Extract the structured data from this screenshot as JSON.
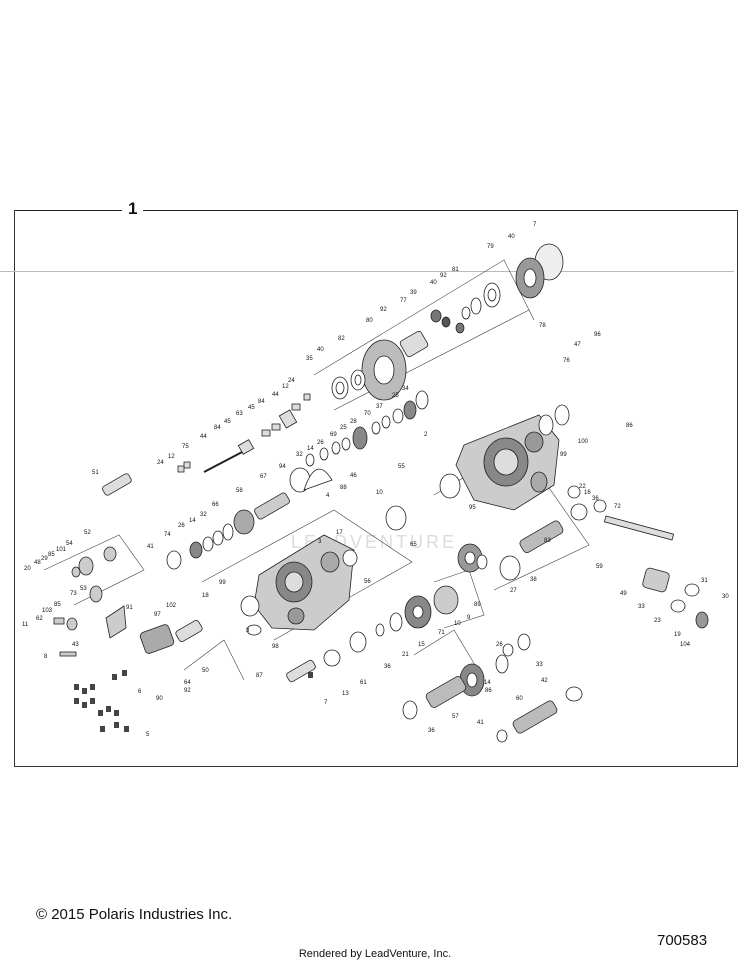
{
  "assembly_number": "1",
  "watermark": "LEADVENTURE",
  "callouts": [
    {
      "label": "7"
    },
    {
      "label": "40"
    },
    {
      "label": "79"
    },
    {
      "label": "81"
    },
    {
      "label": "92"
    },
    {
      "label": "40"
    },
    {
      "label": "39"
    },
    {
      "label": "77"
    },
    {
      "label": "80"
    },
    {
      "label": "92"
    },
    {
      "label": "78"
    },
    {
      "label": "82"
    },
    {
      "label": "40"
    },
    {
      "label": "35"
    },
    {
      "label": "96"
    },
    {
      "label": "47"
    },
    {
      "label": "76"
    },
    {
      "label": "24"
    },
    {
      "label": "12"
    },
    {
      "label": "44"
    },
    {
      "label": "84"
    },
    {
      "label": "45"
    },
    {
      "label": "63"
    },
    {
      "label": "45"
    },
    {
      "label": "84"
    },
    {
      "label": "44"
    },
    {
      "label": "75"
    },
    {
      "label": "12"
    },
    {
      "label": "24"
    },
    {
      "label": "34"
    },
    {
      "label": "25"
    },
    {
      "label": "37"
    },
    {
      "label": "70"
    },
    {
      "label": "28"
    },
    {
      "label": "25"
    },
    {
      "label": "69"
    },
    {
      "label": "26"
    },
    {
      "label": "14"
    },
    {
      "label": "32"
    },
    {
      "label": "2"
    },
    {
      "label": "86"
    },
    {
      "label": "99"
    },
    {
      "label": "100"
    },
    {
      "label": "51"
    },
    {
      "label": "94"
    },
    {
      "label": "67"
    },
    {
      "label": "58"
    },
    {
      "label": "55"
    },
    {
      "label": "46"
    },
    {
      "label": "88"
    },
    {
      "label": "4"
    },
    {
      "label": "10"
    },
    {
      "label": "95"
    },
    {
      "label": "66"
    },
    {
      "label": "32"
    },
    {
      "label": "14"
    },
    {
      "label": "26"
    },
    {
      "label": "74"
    },
    {
      "label": "41"
    },
    {
      "label": "65"
    },
    {
      "label": "17"
    },
    {
      "label": "3"
    },
    {
      "label": "56"
    },
    {
      "label": "22"
    },
    {
      "label": "16"
    },
    {
      "label": "36"
    },
    {
      "label": "72"
    },
    {
      "label": "83"
    },
    {
      "label": "38"
    },
    {
      "label": "59"
    },
    {
      "label": "31"
    },
    {
      "label": "30"
    },
    {
      "label": "49"
    },
    {
      "label": "33"
    },
    {
      "label": "23"
    },
    {
      "label": "19"
    },
    {
      "label": "104"
    },
    {
      "label": "52"
    },
    {
      "label": "54"
    },
    {
      "label": "101"
    },
    {
      "label": "29"
    },
    {
      "label": "85"
    },
    {
      "label": "48"
    },
    {
      "label": "20"
    },
    {
      "label": "53"
    },
    {
      "label": "73"
    },
    {
      "label": "85"
    },
    {
      "label": "91"
    },
    {
      "label": "103"
    },
    {
      "label": "62"
    },
    {
      "label": "11"
    },
    {
      "label": "43"
    },
    {
      "label": "8"
    },
    {
      "label": "99"
    },
    {
      "label": "18"
    },
    {
      "label": "102"
    },
    {
      "label": "97"
    },
    {
      "label": "98"
    },
    {
      "label": "3"
    },
    {
      "label": "50"
    },
    {
      "label": "64"
    },
    {
      "label": "92"
    },
    {
      "label": "87"
    },
    {
      "label": "89"
    },
    {
      "label": "27"
    },
    {
      "label": "9"
    },
    {
      "label": "10"
    },
    {
      "label": "71"
    },
    {
      "label": "15"
    },
    {
      "label": "21"
    },
    {
      "label": "36"
    },
    {
      "label": "61"
    },
    {
      "label": "13"
    },
    {
      "label": "7"
    },
    {
      "label": "26"
    },
    {
      "label": "14"
    },
    {
      "label": "33"
    },
    {
      "label": "86"
    },
    {
      "label": "42"
    },
    {
      "label": "60"
    },
    {
      "label": "57"
    },
    {
      "label": "41"
    },
    {
      "label": "36"
    },
    {
      "label": "90"
    },
    {
      "label": "6"
    },
    {
      "label": "5"
    }
  ],
  "footer": {
    "copyright": "© 2015 Polaris Industries Inc.",
    "doc_number": "700583",
    "rendered_by": "Rendered by LeadVenture, Inc."
  }
}
